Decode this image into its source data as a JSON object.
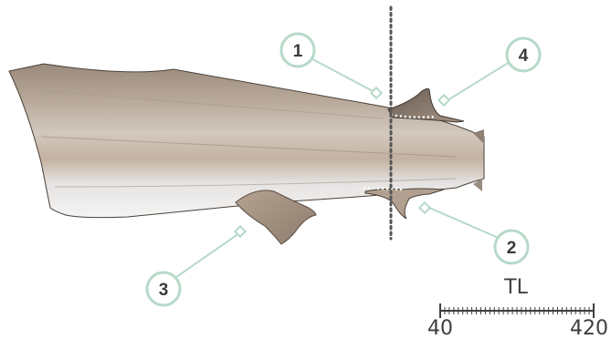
{
  "diagram": {
    "subject": "shark-lateral-view",
    "accent_color": "#b7d9c8",
    "ink_color": "#3a3a3a",
    "callouts": [
      {
        "id": "1",
        "label": "1"
      },
      {
        "id": "2",
        "label": "2"
      },
      {
        "id": "3",
        "label": "3"
      },
      {
        "id": "4",
        "label": "4"
      }
    ],
    "scale": {
      "label": "TL",
      "min_label": "40",
      "max_label": "420"
    }
  }
}
